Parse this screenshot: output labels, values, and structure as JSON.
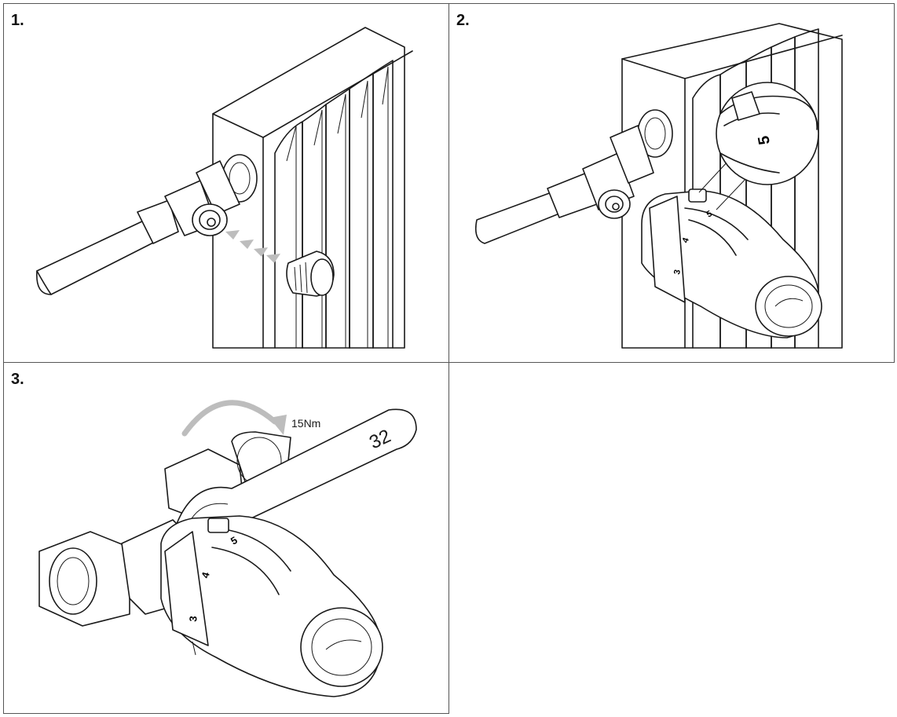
{
  "steps": [
    {
      "label": "1."
    },
    {
      "label": "2."
    },
    {
      "label": "3."
    }
  ],
  "step2": {
    "zoom_mark": "5",
    "dial_mark": "5",
    "dial_marks": [
      "4",
      "3"
    ]
  },
  "step3": {
    "torque": "15Nm",
    "wrench_size": "32",
    "dial_marks": [
      "5",
      "4",
      "3"
    ]
  }
}
